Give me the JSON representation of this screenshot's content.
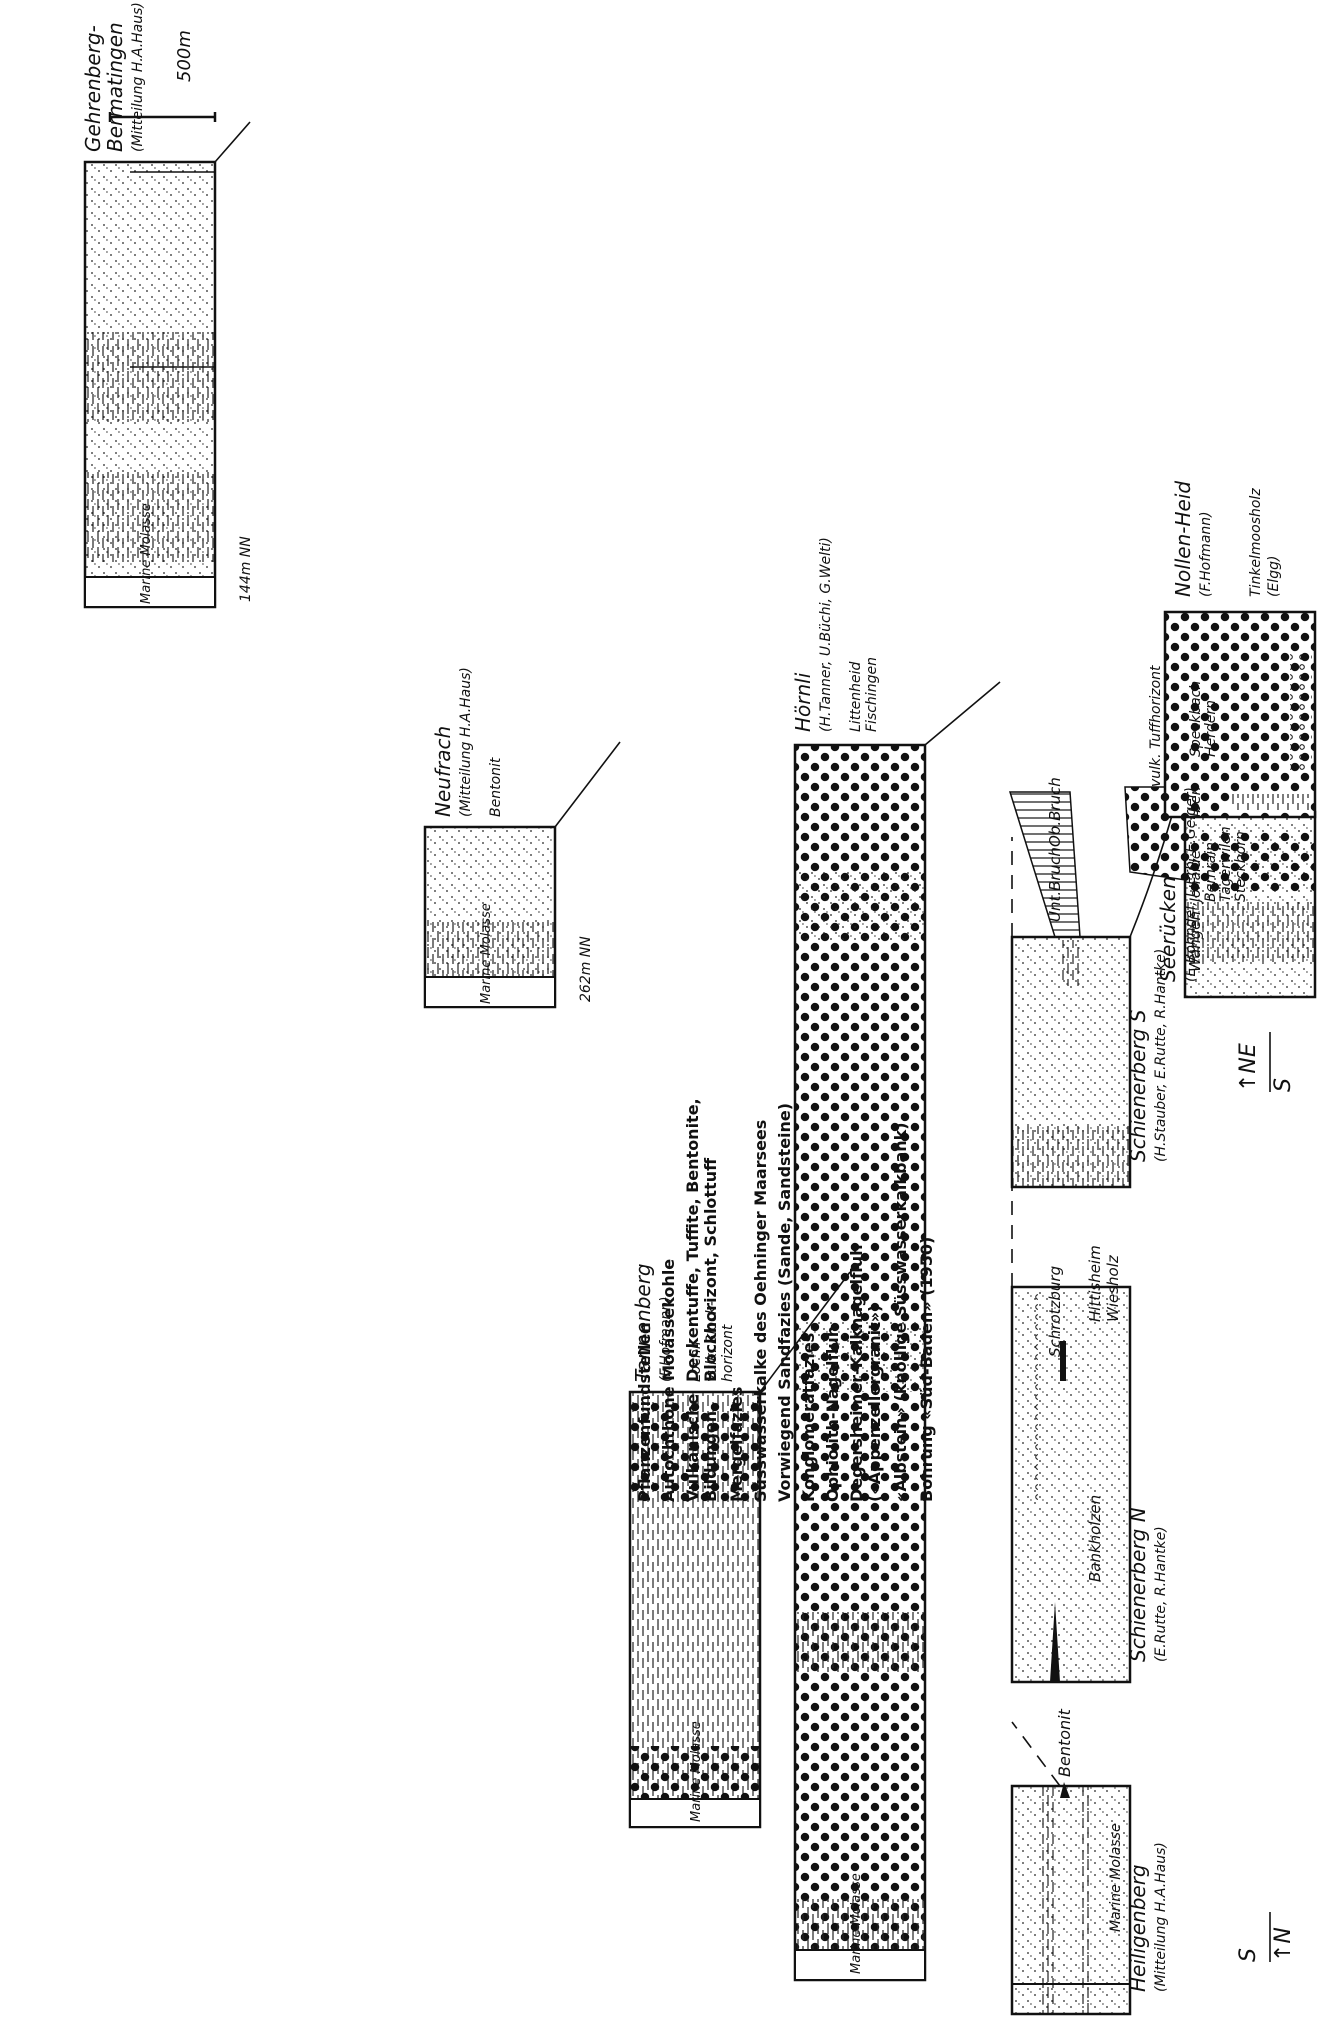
{
  "colors": {
    "ink": "#111111",
    "paper": "#ffffff"
  },
  "scale": {
    "label": "500m"
  },
  "direction": {
    "left_top": "↑N",
    "left_bottom": "S",
    "right_top": "S",
    "right_bottom": "↑NE"
  },
  "sections": [
    {
      "name": "Heiligenberg",
      "source": "(Mitteilung H.A.Haus)",
      "top_label": "Bentonit",
      "base_label": "Marine Molasse"
    },
    {
      "name": "Schienerberg N",
      "source": "(E.Rutte, R.Hantke)",
      "localities": [
        "Hittisheim",
        "Wiesholz",
        "Schrotzburg",
        "Bankholzen"
      ]
    },
    {
      "name": "Schienerberg S",
      "source": "(H.Stauber, E.Rutte, R.Hantke)",
      "localities": [
        "Ob.Bruch",
        "Unt.Bruch",
        "Wangen"
      ]
    },
    {
      "name": "Seerücken",
      "source": "(E.Bohndel, L.Erb, E.Geiger)",
      "localities": [
        "Speckbach",
        "Herdern",
        "Iben",
        "Johalde",
        "Bernrain",
        "Tägerwilen",
        "Steckborn"
      ]
    },
    {
      "name": "Nollen-Heid",
      "source": "(F.Hofmann)",
      "localities": [
        "Tinkelmoosholz",
        "(Elgg)",
        "vulk. Tuffhorizont"
      ]
    },
    {
      "name": "Hörnli",
      "source": "(H.Tanner, U.Büchi, G.Welti)",
      "localities": [
        "Littenheid",
        "Fischingen"
      ],
      "base_label": "Marine Molasse"
    },
    {
      "name": "Tannenberg",
      "source": "(F.Hofmann)",
      "localities": [
        "Lochli",
        "vulk. Block-",
        "horizont"
      ],
      "base_label": "Marine Molasse"
    },
    {
      "name": "Neufrach",
      "source": "(Mitteilung H.A.Haus)",
      "top_label": "Bentonit",
      "elevation": "262m NN",
      "base_label": "Marine Molasse"
    },
    {
      "name": "Gehrenberg-",
      "name2": "Bermatingen",
      "source": "(Mitteilung H.A.Haus)",
      "elevation": "144m NN",
      "base_label": "Marine Molasse"
    }
  ],
  "legend": [
    {
      "label": "Pflanzenfundstellen"
    },
    {
      "label": "Autochthone Molassekohle"
    },
    {
      "label": "Vulkanische",
      "label2": "Bildungen",
      "detail1": "Deckentuffe, Tuffite, Bentonite,",
      "detail2": "Blockhorizont, Schlottuff"
    },
    {
      "label": "Mergelfazies"
    },
    {
      "label": "Süsswasserkalke des Oehninger Maarsees"
    },
    {
      "label": "Vorwiegend Sandfazies (Sande, Sandsteine)"
    },
    {
      "label": "Konglomeratfazies"
    },
    {
      "label": "Ophiolith-Nagelfluh"
    },
    {
      "label": "Degersheimer-Kalknagelfluh",
      "label2": "(«Appenzellergranit»)"
    },
    {
      "label": "«Albstein» (knollige Süsswasserkalkbank)"
    },
    {
      "label": "Bohrung «Süd-Baden» (1950)"
    }
  ]
}
